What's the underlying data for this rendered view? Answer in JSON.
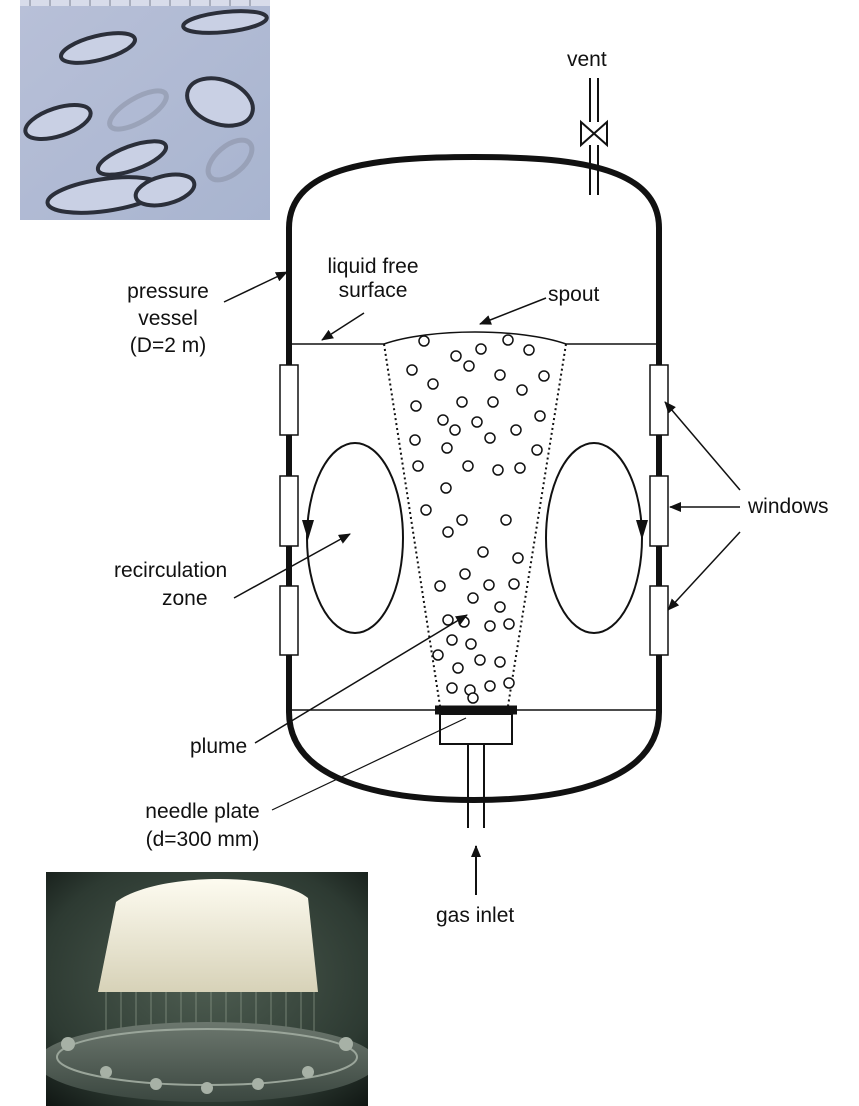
{
  "labels": {
    "vent": "vent",
    "liquid_free_surface": [
      "liquid free",
      "surface"
    ],
    "spout": "spout",
    "pressure_vessel": [
      "pressure",
      "vessel",
      "(D=2 m)"
    ],
    "windows": "windows",
    "recirculation_zone": [
      "recirculation",
      "zone"
    ],
    "plume": "plume",
    "needle_plate": [
      "needle plate",
      "(d=300 mm)"
    ],
    "gas_inlet": "gas inlet"
  },
  "photos": {
    "bubbles": "photo of gas bubbles in liquid",
    "needle_plate": "photo of needle plate gas injector"
  },
  "colors": {
    "line": "#111111",
    "photo_bg": "#b8c2d6",
    "plate_photo_bg": "#2e3a33"
  }
}
